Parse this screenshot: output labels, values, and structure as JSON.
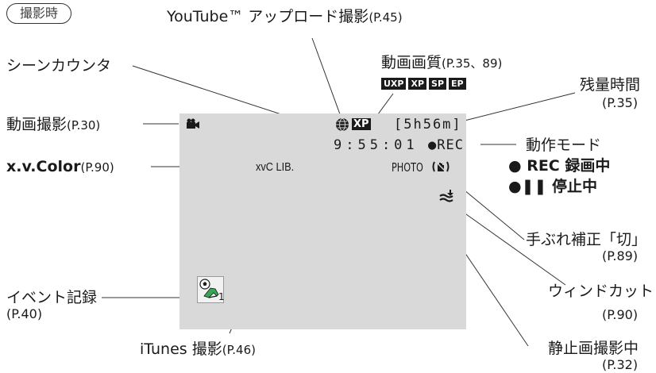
{
  "badge": "撮影時",
  "labels": {
    "youtube": {
      "text": "YouTube™ アップロード撮影",
      "ref": "(P.45)"
    },
    "scene_counter": {
      "text": "シーンカウンタ"
    },
    "quality": {
      "text": "動画画質",
      "ref": "(P.35、89)",
      "modes": [
        "UXP",
        "XP",
        "SP",
        "EP"
      ]
    },
    "remaining": {
      "text": "残量時間",
      "ref": "(P.35)"
    },
    "video_rec": {
      "text": "動画撮影",
      "ref": "(P.30)"
    },
    "op_mode": {
      "text": "動作モード",
      "rec_line": "● REC  録画中",
      "pause_line": "●❚❚     停止中"
    },
    "xvcolor": {
      "text": "x.v.Color",
      "ref": "(P.90)"
    },
    "stabilizer": {
      "text": "手ぶれ補正「切」",
      "ref": "(P.89)"
    },
    "event": {
      "text": "イベント記録",
      "ref": "(P.40)"
    },
    "wind": {
      "text": "ウィンドカット",
      "ref": "(P.90)"
    },
    "itunes": {
      "text": "iTunes 撮影",
      "ref": "(P.46)"
    },
    "still": {
      "text": "静止画撮影中",
      "ref": "(P.32)"
    }
  },
  "screen": {
    "quality_mode": "XP",
    "remaining_time": "[5h56m]",
    "timecode": "9:55:01",
    "rec_status": "●REC",
    "xvc": "xvC LIB.",
    "photo": "PHOTO",
    "event_number": "1"
  },
  "icons": {
    "movie": "movie-camera-icon",
    "youtube": "youtube-globe-icon",
    "stabilizer": "hand-shake-icon",
    "wind": "wind-cut-icon",
    "event": "event-soccer-icon"
  }
}
